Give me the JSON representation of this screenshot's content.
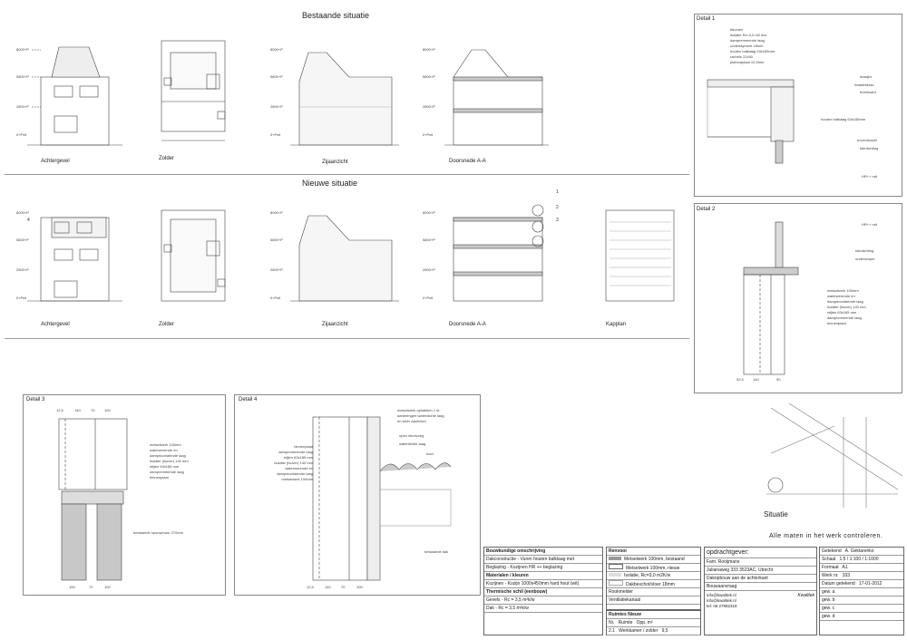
{
  "sections": {
    "existing_title": "Bestaande situatie",
    "new_title": "Nieuwe situatie"
  },
  "levels": [
    "8000+P",
    "5800+P",
    "2800+P",
    "0+Peil"
  ],
  "existing_views": [
    "Achtergevel",
    "Zolder",
    "Zijaanzicht",
    "Doorsnede A-A"
  ],
  "new_views": [
    "Achtergevel",
    "Zolder",
    "Zijaanzicht",
    "Doorsnede A-A",
    "Kapplan"
  ],
  "markers": [
    "1",
    "2",
    "3",
    "4"
  ],
  "detail1": {
    "title": "Detail 1",
    "spec": [
      "bitumen",
      "isolatie Rc=3,0 m2 k/w",
      "dampremmende laag",
      "underlayment 18mm",
      "houten balklaag 63x185mm",
      "rachels 22x50",
      "plafondplaat 12,5mm"
    ],
    "callouts": [
      "kraaljot",
      "mastiekkras",
      "boeiboard",
      "houten balklaag 63x185mm",
      "bovendorpel",
      "kierdichting",
      "HR++ ruit"
    ]
  },
  "detail2": {
    "title": "Detail 2",
    "callouts": [
      "HR++ ruit",
      "kierdichting",
      "onderdorpel"
    ],
    "spec": [
      "metselwerk 100mm",
      "waterwerende en",
      "dampdoorlatende laag",
      "isolatie (Isover) 140 mm",
      "stijlen 63x185 mm",
      "dampremmende laag",
      "binnenplaat"
    ],
    "dims": [
      "92,5",
      "140",
      "90"
    ]
  },
  "detail3": {
    "title": "Detail 3",
    "spec": [
      "metselwerk 100mm",
      "waterwerende en",
      "dampdoorlatende laag",
      "isolatie (Isover) 140 mm",
      "stijlen 63x185 mm",
      "dampremmende laag",
      "binnenplaat"
    ],
    "note": "bestaande spouwmuur 270mm",
    "dims_top": [
      "12,5",
      "140",
      "70",
      "100"
    ],
    "dims_bottom": [
      "100",
      "70",
      "100"
    ]
  },
  "detail4": {
    "title": "Detail 4",
    "left_spec": [
      "binnenplaat",
      "dampremmende laag",
      "stijlen 63x185 mm",
      "isolatie (Isover) 140 mm",
      "waterwerende en",
      "dampdoorlatende laag",
      "metselwerk 100mm"
    ],
    "right_spec": [
      "metselwerk ophakken 1 st.",
      "aanbrengen waterdichte laag",
      "en weer aanhelen",
      "open stootvoeg",
      "waterdichte laag",
      "lood",
      "bestaande dak"
    ],
    "dims": [
      "12,5",
      "140",
      "70",
      "100"
    ]
  },
  "situatie": "Situatie",
  "notice": "Alle maten in het werk controleren.",
  "legend": {
    "title": "Renvooi",
    "items": [
      "Metselwerk 100mm, bestaand",
      "Metselwerk 100mm, nieuw",
      "Isolatie, Rc=3,0 m2K/w",
      "Dakbeschot/vloer 18mm",
      "Rookmelder",
      "Ventilatiekanaal"
    ]
  },
  "bouwkundig": {
    "title": "Bouwkundige omschrijving",
    "rows": [
      [
        "Dakconstructie",
        "- Vuren houten balklaag met",
        ""
      ],
      [
        "Beglazing",
        "- Kozijnen HR ++ beglazing",
        ""
      ]
    ],
    "materials_title": "Materialen / kleuren",
    "materials": [
      [
        "Kozijnen",
        "- Kozijn 1000x450mm hard hout (wit)"
      ]
    ],
    "thermisch_title": "Thermische schil (eenbouw)",
    "thermisch": [
      [
        "Gevels",
        "- Rc = 3,5 m²k/w"
      ],
      [
        "Dak",
        "- Rc = 3,5 m²k/w"
      ]
    ]
  },
  "ruimtes": {
    "title": "Ruimtes Nieuw",
    "headers": [
      "Nr.",
      "Ruimte",
      "Opp. m²"
    ],
    "rows": [
      [
        "2.1",
        "Werkkamer / zolder",
        "9,5"
      ]
    ]
  },
  "client": {
    "heading": "opdrachtgever:",
    "name": "Fam. Rooijmans",
    "address": "Julianaweg 333 3523AC, Utrecht",
    "project": "Dakopbouw aan de achterkant",
    "phase": "Bouwaanvraag",
    "website": "info@kwalitek.nl",
    "email": "info@kwalitek.nl",
    "phone": "tel: 06 27982318",
    "logo": "Kwalitek"
  },
  "info": {
    "rows": [
      [
        "Getekend",
        "A. Gektarenko"
      ],
      [
        "Schaal",
        "1:5 / 1:100 / 1:1000"
      ],
      [
        "Formaat",
        "A1"
      ],
      [
        "Werk nr.",
        "333"
      ],
      [
        "Datum getekend",
        "17-01-2012"
      ],
      [
        "gew. a",
        ""
      ],
      [
        "gew. b",
        ""
      ],
      [
        "gew. c",
        ""
      ],
      [
        "gew. d",
        ""
      ]
    ]
  },
  "colors": {
    "line": "#444444",
    "hatch": "#999999",
    "fill": "#c8c8c8",
    "dark": "#555555"
  }
}
